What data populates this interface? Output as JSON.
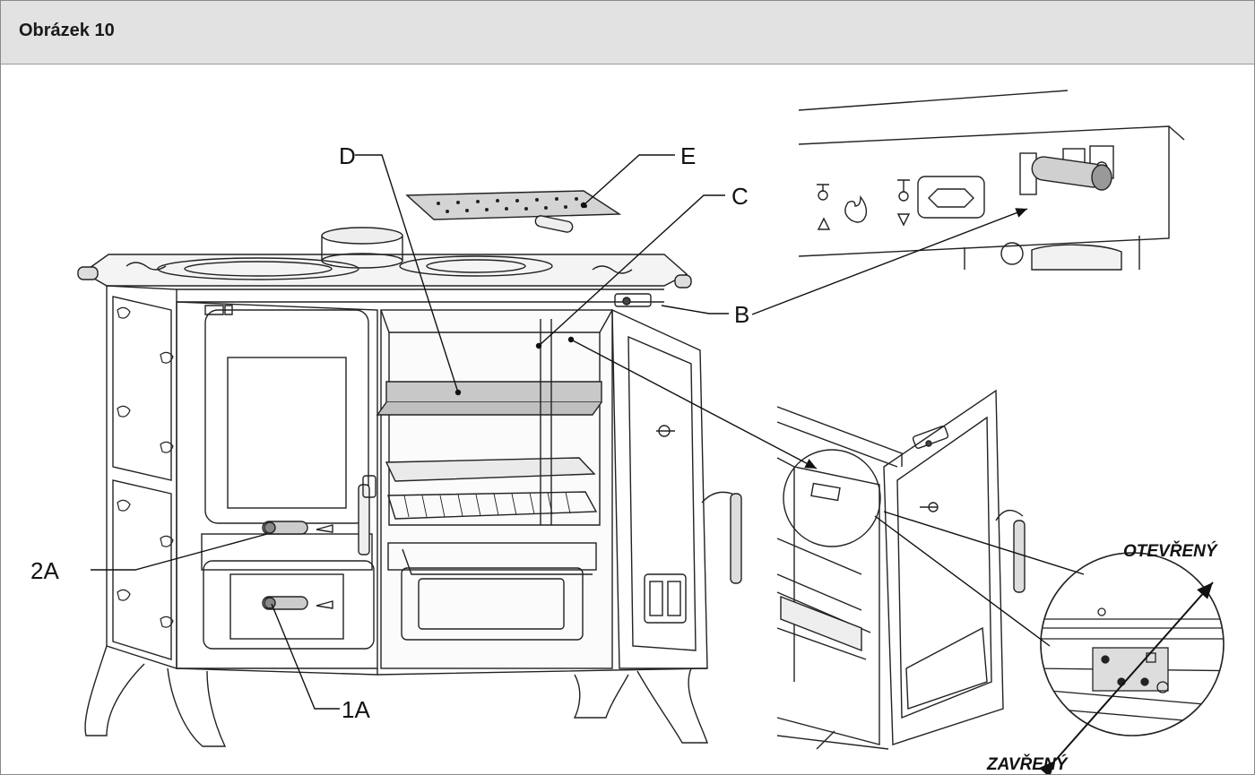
{
  "figure": {
    "title": "Obrázek 10",
    "labels": {
      "d": "D",
      "e": "E",
      "c": "C",
      "b": "B",
      "a2": "2A",
      "a1": "1A",
      "open": "OTEVŘENÝ",
      "closed": "ZAVŘENÝ"
    }
  }
}
